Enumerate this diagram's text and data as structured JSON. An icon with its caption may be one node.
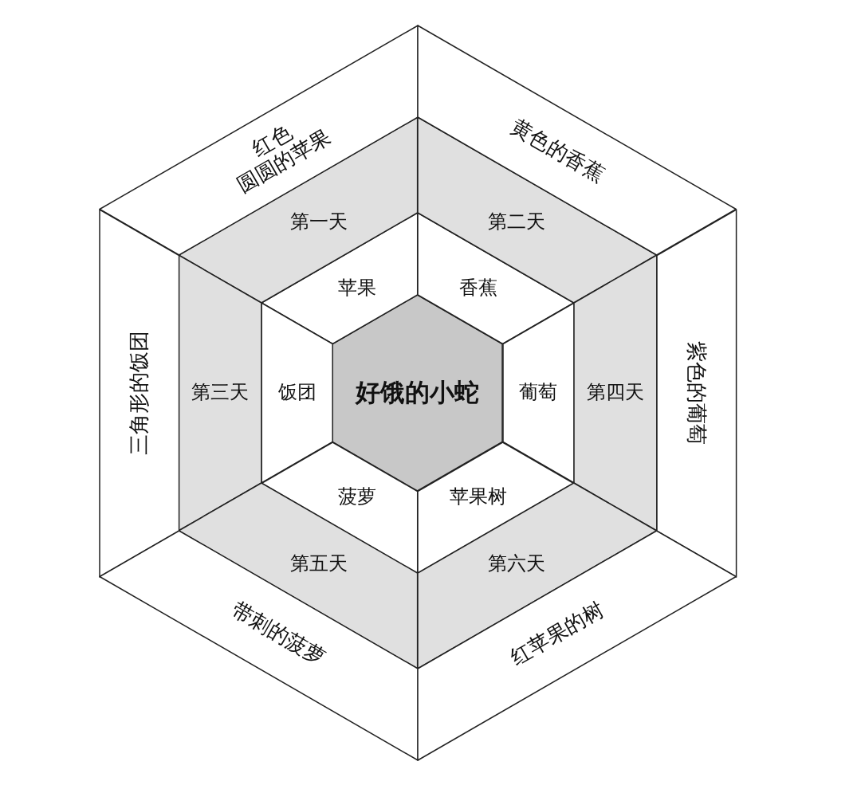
{
  "diagram": {
    "nodes": [
      {
        "text": [
          "好饿的小蛇"
        ]
      },
      {
        "text": [
          "苹果"
        ]
      },
      {
        "text": [
          "香蕉"
        ]
      },
      {
        "text": [
          "饭团"
        ]
      },
      {
        "text": [
          "葡萄"
        ]
      },
      {
        "text": [
          "菠萝"
        ]
      },
      {
        "text": [
          "苹果树"
        ]
      },
      {
        "text": [
          "第一天"
        ]
      },
      {
        "text": [
          "第二天"
        ]
      },
      {
        "text": [
          "第三天"
        ]
      },
      {
        "text": [
          "第四天"
        ]
      },
      {
        "text": [
          "第五天"
        ]
      },
      {
        "text": [
          "第六天"
        ]
      },
      {
        "text": [
          "红色",
          "圆圆的苹果"
        ]
      },
      {
        "text": [
          "黄色的香蕉"
        ]
      },
      {
        "text": [
          "三角形的饭团"
        ]
      },
      {
        "text": [
          "紫色的葡萄"
        ]
      },
      {
        "text": [
          "带刺的菠萝"
        ]
      },
      {
        "text": [
          "红苹果的树"
        ]
      }
    ],
    "edges": []
  }
}
